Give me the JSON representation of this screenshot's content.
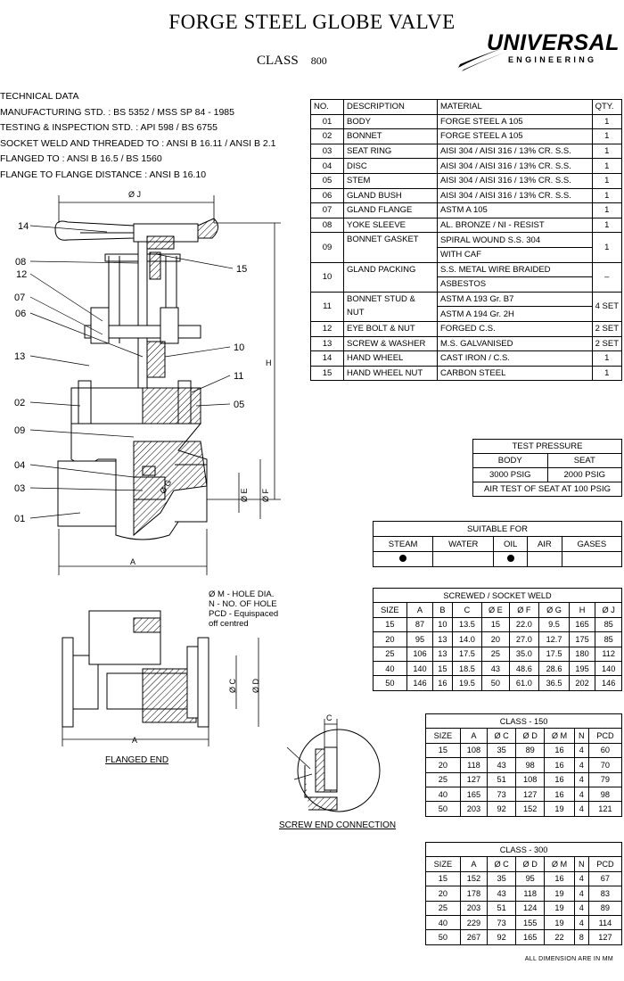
{
  "header": {
    "title": "FORGE STEEL GLOBE VALVE",
    "class_label": "CLASS",
    "class_value": "800",
    "logo_word": "UNIVERSAL",
    "logo_sub": "ENGINEERING"
  },
  "technical": [
    "TECHNICAL DATA",
    "MANUFACTURING STD. :  BS 5352 / MSS SP 84 - 1985",
    "TESTING & INSPECTION STD. :    API 598 / BS 6755",
    "SOCKET WELD AND THREADED TO :   ANSI B 16.11 / ANSI B 2.1",
    "FLANGED TO :  ANSI B 16.5 / BS 1560",
    "FLANGE TO FLANGE DISTANCE :  ANSI B 16.10"
  ],
  "parts": {
    "headers": [
      "NO.",
      "DESCRIPTION",
      "MATERIAL",
      "QTY."
    ],
    "rows": [
      {
        "no": "01",
        "desc": "BODY",
        "mat": [
          "FORGE STEEL A 105"
        ],
        "qty": "1"
      },
      {
        "no": "02",
        "desc": "BONNET",
        "mat": [
          "FORGE STEEL A 105"
        ],
        "qty": "1"
      },
      {
        "no": "03",
        "desc": "SEAT RING",
        "mat": [
          "AISI 304 / AISI 316 / 13% CR. S.S."
        ],
        "qty": "1"
      },
      {
        "no": "04",
        "desc": "DISC",
        "mat": [
          "AISI 304 / AISI 316 / 13% CR. S.S."
        ],
        "qty": "1"
      },
      {
        "no": "05",
        "desc": "STEM",
        "mat": [
          "AISI 304 / AISI 316 / 13% CR. S.S."
        ],
        "qty": "1"
      },
      {
        "no": "06",
        "desc": "GLAND BUSH",
        "mat": [
          "AISI 304 / AISI 316 / 13% CR. S.S."
        ],
        "qty": "1"
      },
      {
        "no": "07",
        "desc": "GLAND FLANGE",
        "mat": [
          "ASTM A 105"
        ],
        "qty": "1"
      },
      {
        "no": "08",
        "desc": "YOKE SLEEVE",
        "mat": [
          "AL. BRONZE / NI - RESIST"
        ],
        "qty": "1"
      },
      {
        "no": "09",
        "desc": "BONNET GASKET",
        "mat": [
          "SPIRAL WOUND S.S. 304",
          "WITH CAF"
        ],
        "qty": "1"
      },
      {
        "no": "10",
        "desc": "GLAND PACKING",
        "mat": [
          "S.S. METAL WIRE BRAIDED",
          "ASBESTOS"
        ],
        "qty": "–"
      },
      {
        "no": "11",
        "desc": "BONNET STUD & NUT",
        "mat": [
          "ASTM A 193 Gr. B7",
          "ASTM A 194 Gr. 2H"
        ],
        "qty": "4 SET"
      },
      {
        "no": "12",
        "desc": "EYE BOLT & NUT",
        "mat": [
          "FORGED C.S."
        ],
        "qty": "2 SET"
      },
      {
        "no": "13",
        "desc": "SCREW & WASHER",
        "mat": [
          "M.S. GALVANISED"
        ],
        "qty": "2 SET"
      },
      {
        "no": "14",
        "desc": "HAND WHEEL",
        "mat": [
          "CAST IRON / C.S."
        ],
        "qty": "1"
      },
      {
        "no": "15",
        "desc": "HAND WHEEL NUT",
        "mat": [
          "CARBON STEEL"
        ],
        "qty": "1"
      }
    ]
  },
  "test_pressure": {
    "title": "TEST PRESSURE",
    "body_label": "BODY",
    "seat_label": "SEAT",
    "body_value": "3000 PSIG",
    "seat_value": "2000 PSIG",
    "air_note": "AIR TEST OF SEAT AT 100 PSIG"
  },
  "suitable": {
    "title": "SUITABLE FOR",
    "media": [
      "STEAM",
      "WATER",
      "OIL",
      "AIR",
      "GASES"
    ],
    "marks": [
      true,
      false,
      true,
      false,
      false
    ]
  },
  "screwed": {
    "title": "SCREWED / SOCKET WELD",
    "headers": [
      "SIZE",
      "A",
      "B",
      "C",
      "Ø E",
      "Ø F",
      "Ø G",
      "H",
      "Ø J"
    ],
    "rows": [
      [
        "15",
        "87",
        "10",
        "13.5",
        "15",
        "22.0",
        "9.5",
        "165",
        "85"
      ],
      [
        "20",
        "95",
        "13",
        "14.0",
        "20",
        "27.0",
        "12.7",
        "175",
        "85"
      ],
      [
        "25",
        "106",
        "13",
        "17.5",
        "25",
        "35.0",
        "17.5",
        "180",
        "112"
      ],
      [
        "40",
        "140",
        "15",
        "18.5",
        "43",
        "48.6",
        "28.6",
        "195",
        "140"
      ],
      [
        "50",
        "146",
        "16",
        "19.5",
        "50",
        "61.0",
        "36.5",
        "202",
        "146"
      ]
    ]
  },
  "class150": {
    "title": "CLASS - 150",
    "headers": [
      "SIZE",
      "A",
      "Ø C",
      "Ø D",
      "Ø M",
      "N",
      "PCD"
    ],
    "rows": [
      [
        "15",
        "108",
        "35",
        "89",
        "16",
        "4",
        "60"
      ],
      [
        "20",
        "118",
        "43",
        "98",
        "16",
        "4",
        "70"
      ],
      [
        "25",
        "127",
        "51",
        "108",
        "16",
        "4",
        "79"
      ],
      [
        "40",
        "165",
        "73",
        "127",
        "16",
        "4",
        "98"
      ],
      [
        "50",
        "203",
        "92",
        "152",
        "19",
        "4",
        "121"
      ]
    ]
  },
  "class300": {
    "title": "CLASS - 300",
    "headers": [
      "SIZE",
      "A",
      "Ø C",
      "Ø D",
      "Ø M",
      "N",
      "PCD"
    ],
    "rows": [
      [
        "15",
        "152",
        "35",
        "95",
        "16",
        "4",
        "67"
      ],
      [
        "20",
        "178",
        "43",
        "118",
        "19",
        "4",
        "83"
      ],
      [
        "25",
        "203",
        "51",
        "124",
        "19",
        "4",
        "89"
      ],
      [
        "40",
        "229",
        "73",
        "155",
        "19",
        "4",
        "114"
      ],
      [
        "50",
        "267",
        "92",
        "165",
        "22",
        "8",
        "127"
      ]
    ]
  },
  "drawing": {
    "callouts_left": [
      "14",
      "08",
      "12",
      "07",
      "06",
      "13",
      "02",
      "09",
      "04",
      "03",
      "01"
    ],
    "callouts_right": [
      "15",
      "10",
      "11",
      "05"
    ],
    "dim_labels": {
      "j": "Ø J",
      "h": "H",
      "a": "A",
      "e": "Ø E",
      "f": "Ø F",
      "g": "Ø G",
      "c": "Ø C",
      "d": "Ø D",
      "a2": "A",
      "c2": "C"
    },
    "mhole_note": [
      "Ø M - HOLE DIA.",
      "N - NO. OF HOLE",
      "PCD - Equispaced",
      "off centred"
    ],
    "flanged_caption": "FLANGED END",
    "screw_caption": "SCREW END CONNECTION"
  },
  "footer_note": "ALL DIMENSION ARE IN MM"
}
